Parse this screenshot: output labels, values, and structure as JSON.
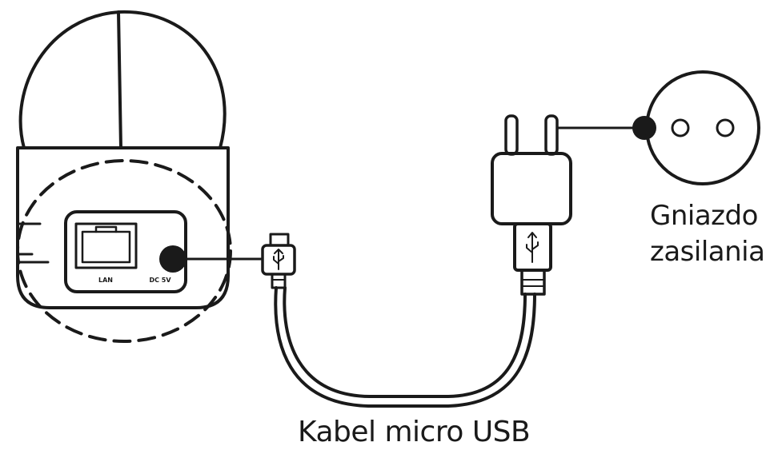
{
  "labels": {
    "socket_line1": "Gniazdo",
    "socket_line2": "zasilania",
    "cable": "Kabel micro USB",
    "port_lan": "LAN",
    "port_dc": "DC 5V"
  },
  "colors": {
    "ink": "#1a1a1a",
    "background": "#ffffff"
  },
  "icons": [
    "camera-illustration",
    "ethernet-port-icon",
    "usb-symbol-icon",
    "power-plug-icon",
    "wall-socket-icon"
  ]
}
